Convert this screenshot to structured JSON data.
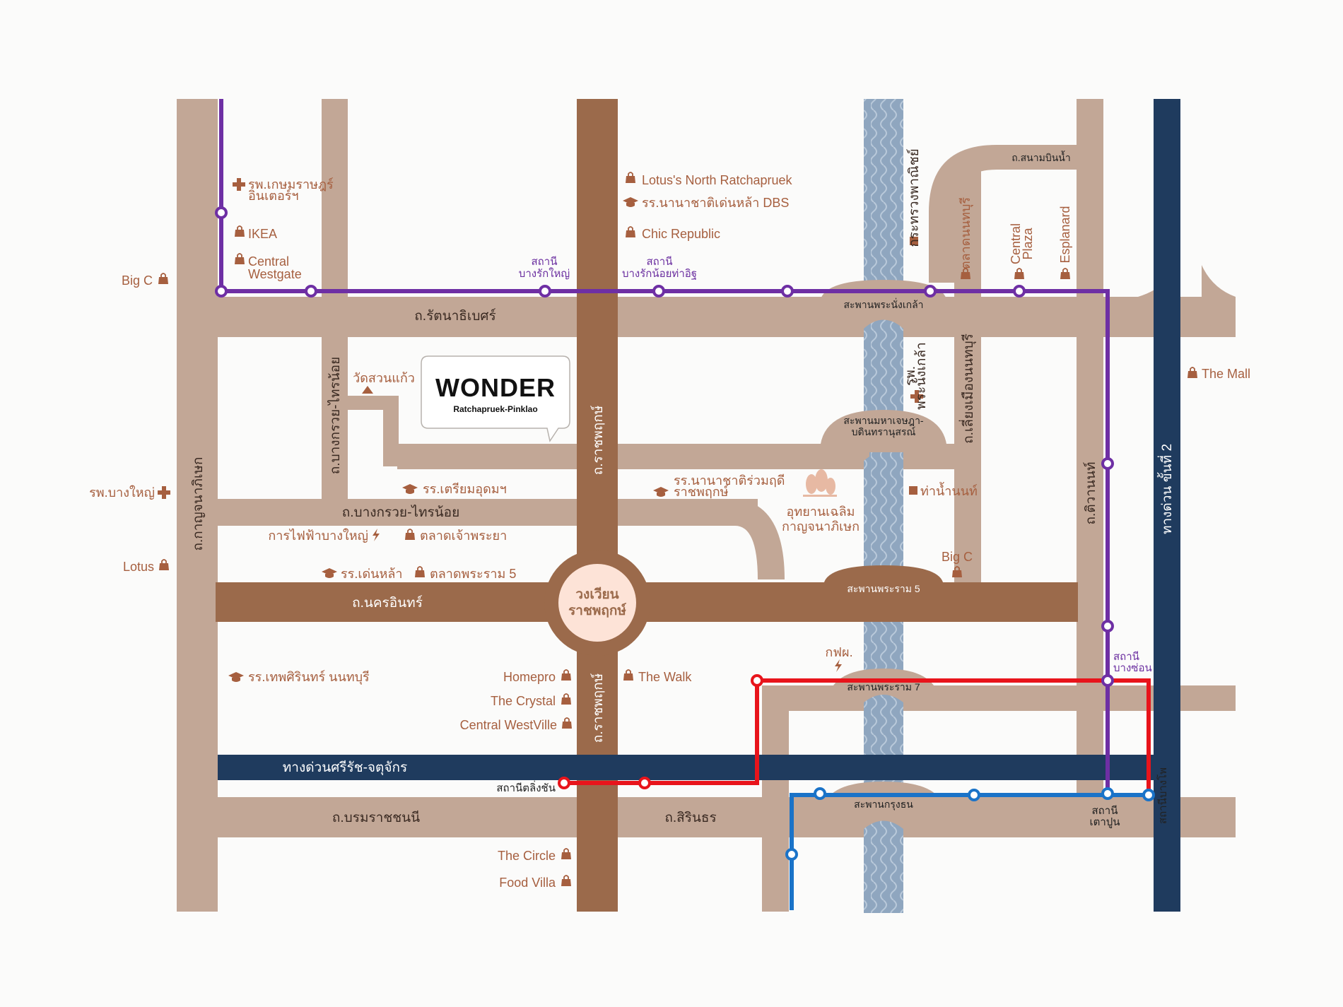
{
  "colors": {
    "minor_road": "#c2a796",
    "major_road": "#9b6a4b",
    "expressway": "#1f3b5e",
    "river": "#8fa6bf",
    "purple_line": "#6e2fa4",
    "red_line": "#e8141b",
    "blue_line": "#1a73c8",
    "poi_text": "#a65f3f",
    "roundabout_fill": "#fde3d7"
  },
  "logo": {
    "brand": "WONDER",
    "subtitle": "Ratchapruek-Pinklao"
  },
  "roundabout": {
    "line1": "วงเวียน",
    "line2": "ราชพฤกษ์"
  },
  "roads": {
    "rattanathibet": "ถ.รัตนาธิเบศร์",
    "kanchanaphisek": "ถ.กาญจนาภิเษก",
    "bang_kruai_sai_noi_v": "ถ.บางกรวย-ไทรน้อย",
    "bang_kruai_sai_noi_h": "ถ.บางกรวย-ไทรน้อย",
    "ratchaphruek_n": "ถ.ราชพฤกษ์",
    "ratchaphruek_s": "ถ.ราชพฤกษ์",
    "nakhon_in": "ถ.นครอินทร์",
    "borommaratchachonnani": "ถ.บรมราชชนนี",
    "sirinthorn": "ถ.สิรินธร",
    "tiwanon": "ถ.ติวานนท์",
    "sanambin_nam": "ถ.สนามบินน้ำ",
    "liang_mueang": "ถ.เลี่ยงเมืองนนทบุรี",
    "expressway_2": "ทางด่วน ขั้นที่ 2",
    "sirat_expressway": "ทางด่วนศรีรัช-จตุจักร"
  },
  "bridges": {
    "nangklao": "สะพานพระนั่งเกล้า",
    "maha_chesada_1": "สะพานมหาเจษฎา-",
    "maha_chesada_2": "บดินทรานุสรณ์",
    "rama5": "สะพานพระราม 5",
    "rama7": "สะพานพระราม 7",
    "krungthon": "สะพานกรุงธน"
  },
  "stations": {
    "bang_rak_yai_1": "สถานี",
    "bang_rak_yai_2": "บางรักใหญ่",
    "bang_rak_noi_1": "สถานี",
    "bang_rak_noi_2": "บางรักน้อยท่าอิฐ",
    "bang_son_1": "สถานี",
    "bang_son_2": "บางซ่อน",
    "taopoon_1": "สถานี",
    "taopoon_2": "เตาปูน",
    "bang_pho": "สถานีบางโพ",
    "taling_chan": "สถานีตลิ่งชัน"
  },
  "pois": {
    "kasemrad_1": "รพ.เกษมราษฎร์",
    "kasemrad_2": "อินเตอร์ฯ",
    "ikea": "IKEA",
    "central_westgate_1": "Central",
    "central_westgate_2": "Westgate",
    "big_c_west": "Big C",
    "lotus_north": "Lotus's North Ratchapruek",
    "dbs": "รร.นานาชาติเด่นหล้า DBS",
    "chic_republic": "Chic Republic",
    "ministry_commerce": "กระทรวงพาณิชย์",
    "talad_nonthaburi": "ตลาดนนทบุรี",
    "central_plaza_1": "Central",
    "central_plaza_2": "Plaza",
    "esplanard": "Esplanard",
    "the_mall": "The Mall",
    "wat_suan_kaew": "วัดสวนแก้ว",
    "nangklao_hospital_1": "รพ.",
    "nangklao_hospital_2": "พระนั่งเกล้า",
    "bang_yai_hospital": "รพ.บางใหญ่",
    "triam_udom": "รร.เตรียมอุดมฯ",
    "ratchaphruek_intl_1": "รร.นานาชาติร่วมฤดี",
    "ratchaphruek_intl_2": "ราชพฤกษ์",
    "park_1": "อุทยานเฉลิม",
    "park_2": "กาญจนาภิเษก",
    "tha_nam_nonthaburi": "ท่าน้ำนนท์",
    "bang_yai_electricity": "การไฟฟ้าบางใหญ่",
    "chao_phraya_market": "ตลาดเจ้าพระยา",
    "lotus_west": "Lotus",
    "denla_school": "รร.เด่นหล้า",
    "rama5_market": "ตลาดพระราม 5",
    "big_c_east": "Big C",
    "egat": "กฟผ.",
    "thepsirin": "รร.เทพศิรินทร์ นนทบุรี",
    "homepro": "Homepro",
    "the_crystal": "The Crystal",
    "central_westville": "Central WestVille",
    "the_walk": "The Walk",
    "the_circle": "The Circle",
    "food_villa": "Food Villa"
  },
  "icons": [
    "shopping-bag-icon",
    "graduation-cap-icon",
    "hospital-cross-icon",
    "lightning-icon",
    "temple-icon",
    "building-icon",
    "tree-icon"
  ]
}
